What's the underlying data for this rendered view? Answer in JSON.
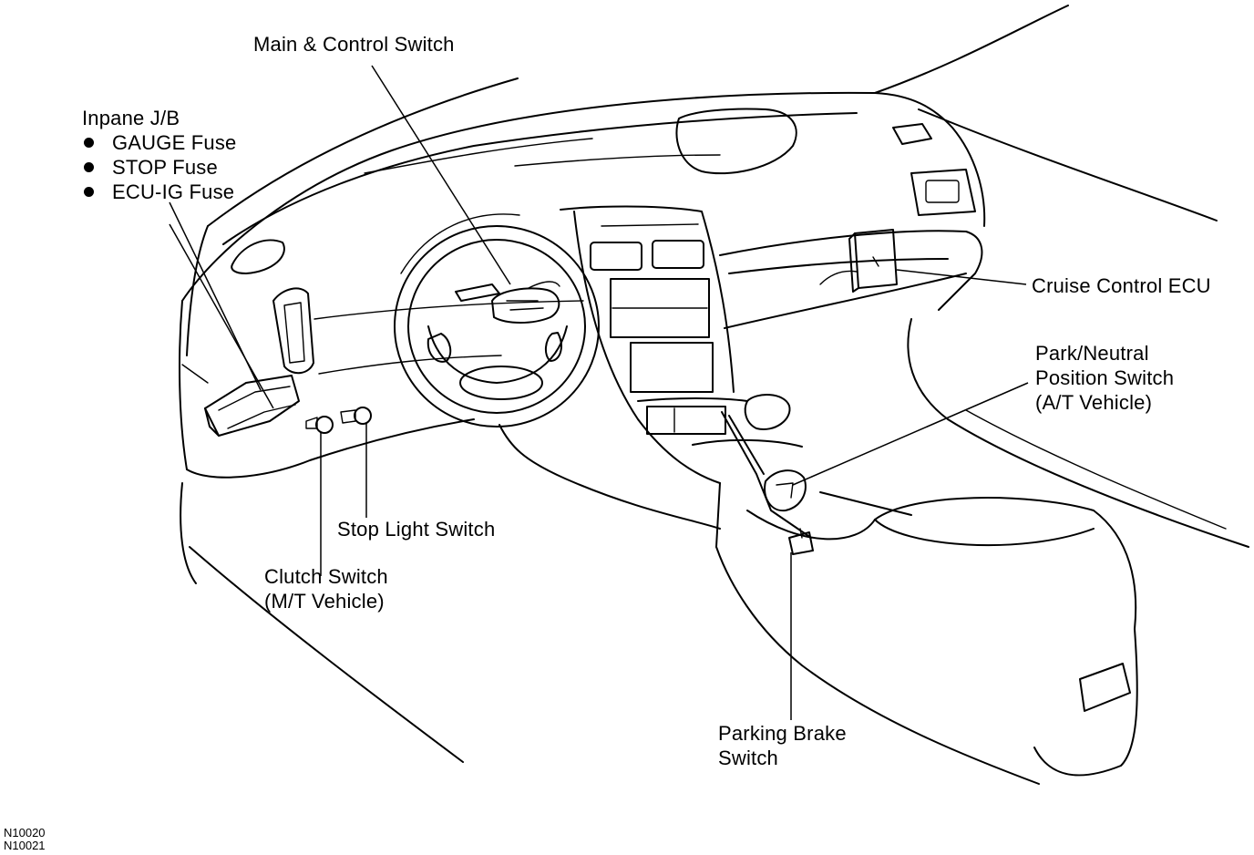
{
  "labels": {
    "main_control_switch": "Main & Control Switch",
    "inpane_jb": {
      "title": "Inpane J/B",
      "items": [
        "GAUGE Fuse",
        "STOP Fuse",
        "ECU-IG Fuse"
      ]
    },
    "cruise_control_ecu": "Cruise Control ECU",
    "park_neutral": [
      "Park/Neutral",
      "Position Switch",
      "(A/T Vehicle)"
    ],
    "stop_light_switch": "Stop Light Switch",
    "clutch_switch": [
      "Clutch Switch",
      "(M/T Vehicle)"
    ],
    "parking_brake_switch": [
      "Parking Brake",
      "Switch"
    ]
  },
  "figure_codes": [
    "N10020",
    "N10021"
  ]
}
